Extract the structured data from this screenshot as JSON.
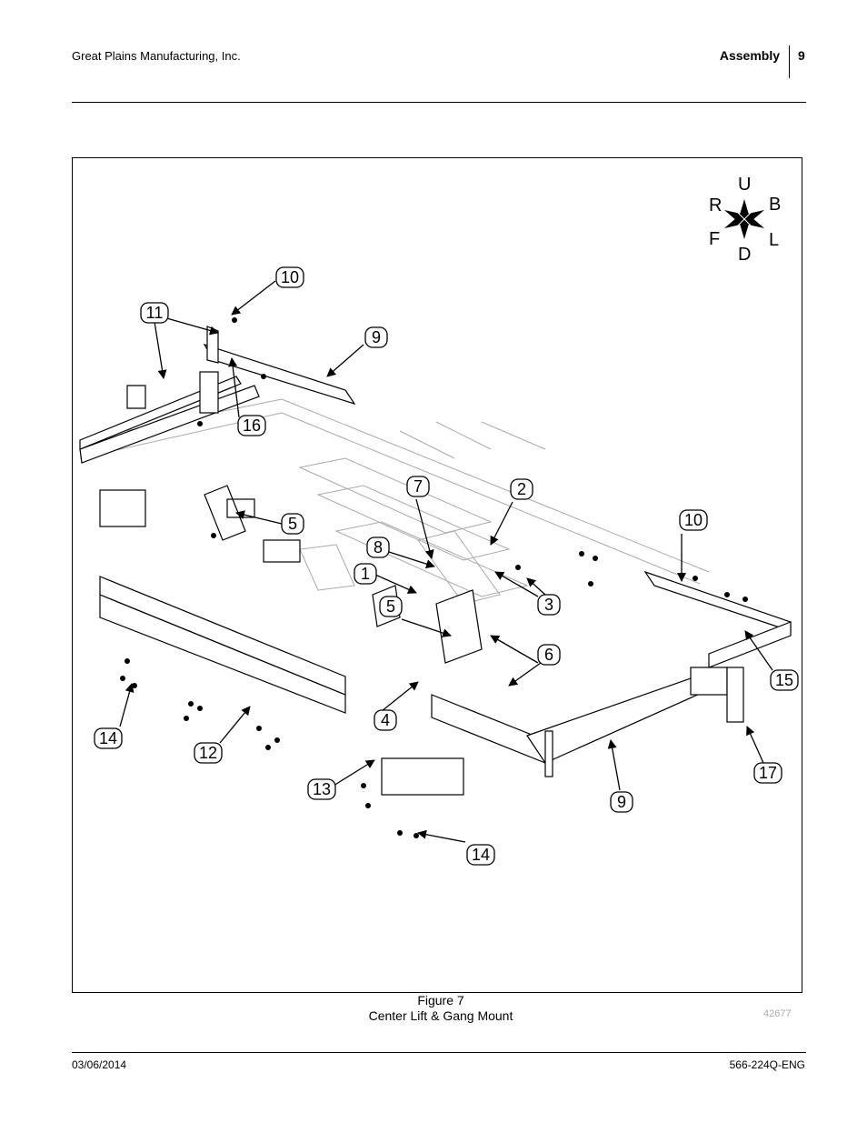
{
  "header": {
    "company": "Great Plains Manufacturing, Inc.",
    "section": "Assembly",
    "page_number": "9"
  },
  "figure": {
    "compass": {
      "up": "U",
      "down": "D",
      "right": "R",
      "back": "B",
      "front": "F",
      "left": "L"
    },
    "callouts": [
      "1",
      "2",
      "3",
      "4",
      "5",
      "5",
      "6",
      "7",
      "8",
      "9",
      "9",
      "10",
      "10",
      "11",
      "12",
      "13",
      "14",
      "14",
      "15",
      "16",
      "17"
    ],
    "caption_line1": "Figure 7",
    "caption_line2": "Center Lift & Gang Mount",
    "drawing_number": "42677"
  },
  "footer": {
    "date": "03/06/2014",
    "doc_number": "566-224Q-ENG"
  }
}
